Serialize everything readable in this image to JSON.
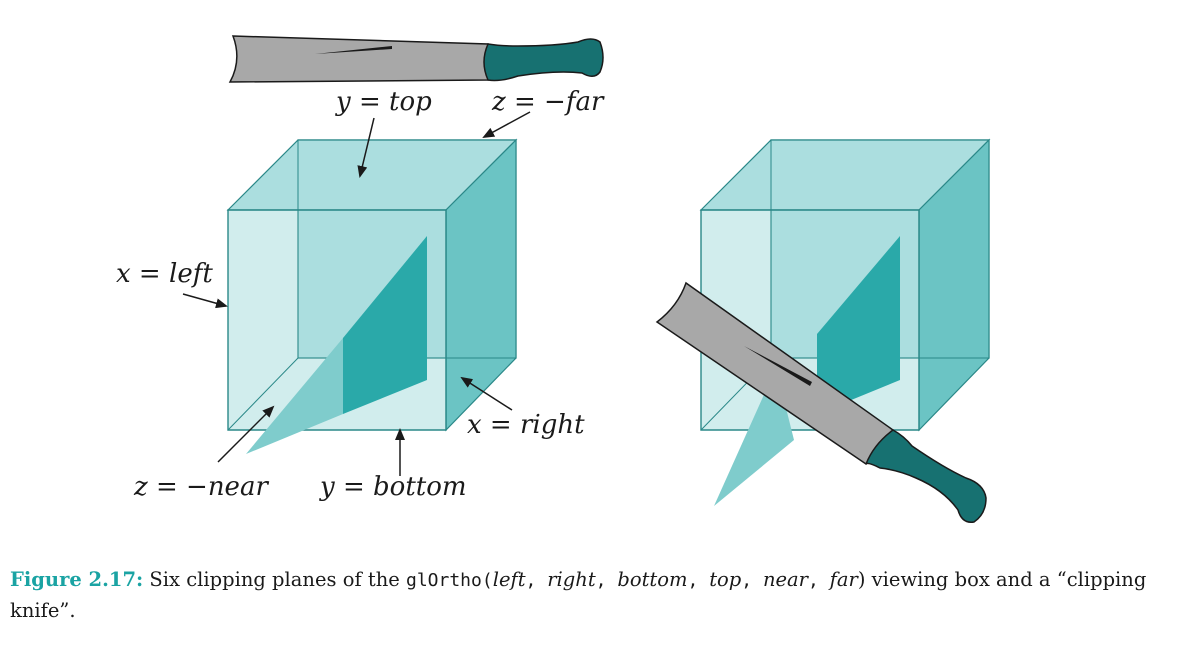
{
  "colors": {
    "box_front": "#abdedf",
    "box_side": "#6bc4c4",
    "box_edge": "#2a8888",
    "plane_dark": "#2aa9a9",
    "plane_light": "#7fcccc",
    "blade": "#a8a8a8",
    "handle": "#177171",
    "figure_number": "#1aa3a3"
  },
  "labels": {
    "top": {
      "var": "y",
      "eq": " = ",
      "val": "top"
    },
    "far": {
      "var": "z",
      "eq": " = ",
      "val": "−far"
    },
    "left": {
      "var": "x",
      "eq": " = ",
      "val": "left"
    },
    "right": {
      "var": "x",
      "eq": " = ",
      "val": "right"
    },
    "near": {
      "var": "z",
      "eq": " = ",
      "val": "−near"
    },
    "bottom": {
      "var": "y",
      "eq": " = ",
      "val": "bottom"
    }
  },
  "caption": {
    "figure_number": "Figure 2.17:",
    "text_before": " Six clipping planes of the ",
    "function_name": "glOrtho(",
    "args": [
      "left",
      "right",
      "bottom",
      "top",
      "near",
      "far"
    ],
    "arg_separator": ", ",
    "close_paren": ")",
    "text_after": " viewing box and a “clipping knife”."
  }
}
